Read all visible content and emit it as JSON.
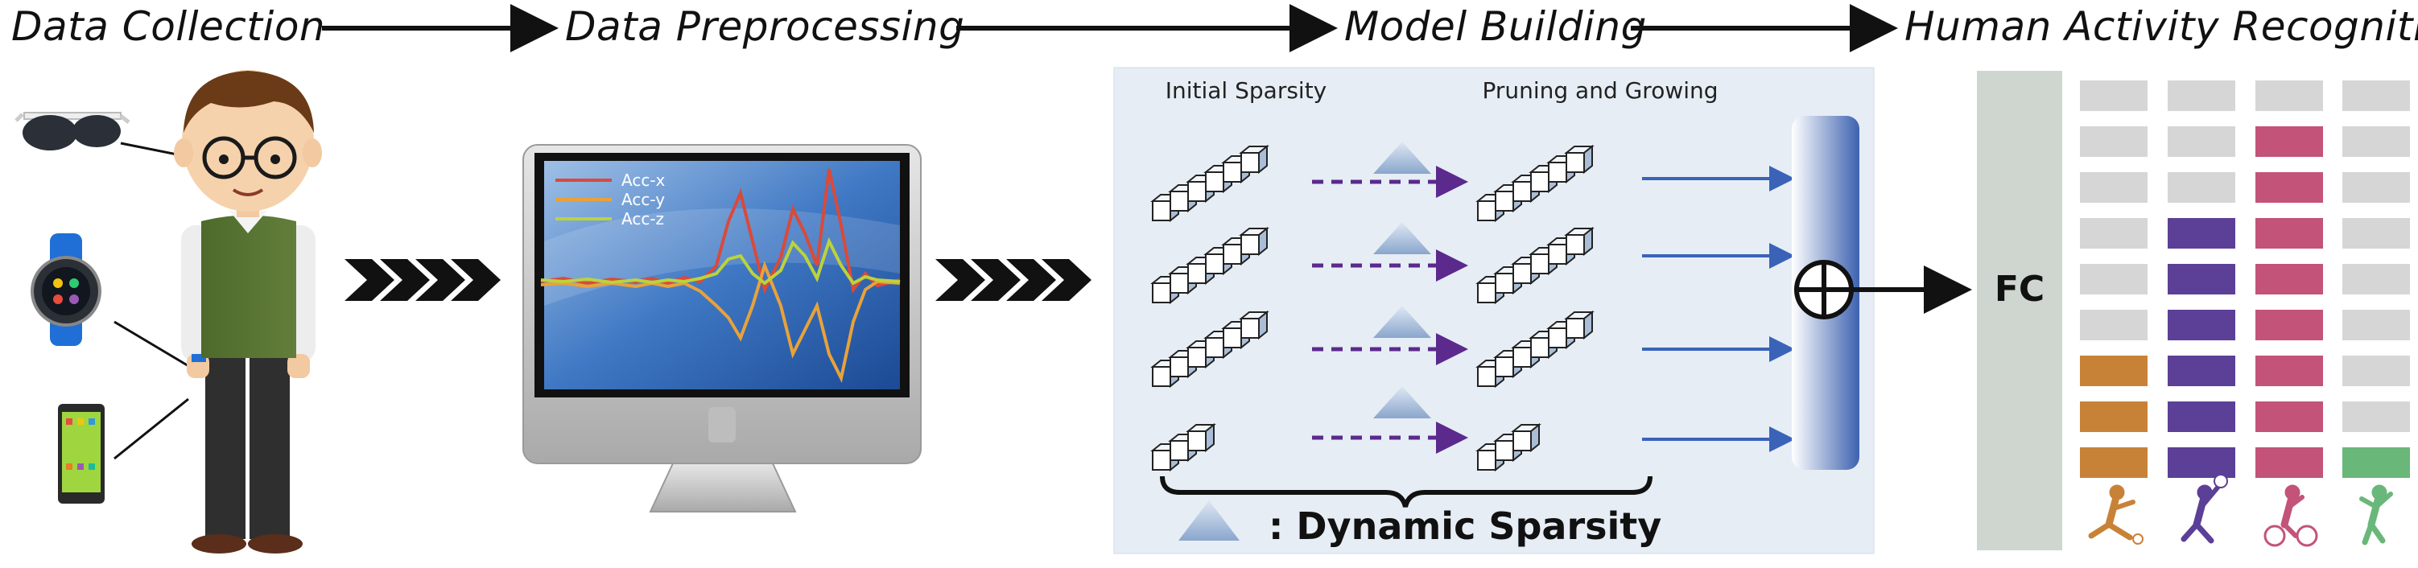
{
  "stages": {
    "collection": "Data Collection",
    "preprocessing": "Data Preprocessing",
    "model": "Model Building",
    "recognition": "Human Activity Recognition"
  },
  "legend": {
    "acc_x": "Acc-x",
    "acc_y": "Acc-y",
    "acc_z": "Acc-z"
  },
  "signal_colors": {
    "acc_x": "#d94a3a",
    "acc_y": "#e8a23a",
    "acc_z": "#bcd33a"
  },
  "model": {
    "initial_sparsity": "Initial Sparsity",
    "pruning_growing": "Pruning and Growing",
    "dynamic_sparsity": ": Dynamic Sparsity"
  },
  "fc_label": "FC",
  "activity_colors": [
    "#c88238",
    "#5c3f97",
    "#c35378",
    "#6ab77a"
  ],
  "activity_icons": [
    "soccer-player-icon",
    "volleyball-player-icon",
    "cyclist-icon",
    "jumping-person-icon"
  ]
}
